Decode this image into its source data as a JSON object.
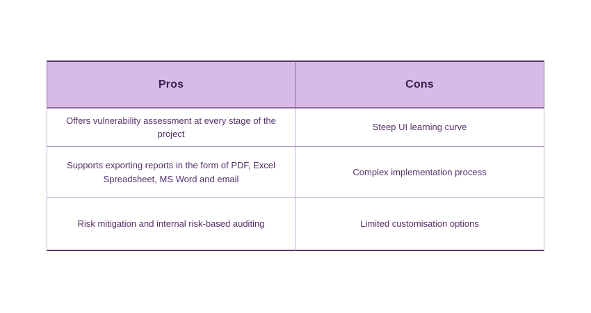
{
  "table": {
    "headers": {
      "pros": "Pros",
      "cons": "Cons"
    },
    "rows": [
      {
        "pros": "Offers vulnerability assessment at every stage of the project",
        "cons": "Steep UI learning curve"
      },
      {
        "pros": "Supports exporting reports in the form of PDF, Excel Spreadsheet, MS Word and email",
        "cons": "Complex implementation process"
      },
      {
        "pros": "Risk mitigation and internal risk-based auditing",
        "cons": "Limited customisation options"
      }
    ]
  },
  "chart_data": {
    "type": "table",
    "columns": [
      "Pros",
      "Cons"
    ],
    "rows": [
      [
        "Offers vulnerability assessment at every stage of the project",
        "Steep UI learning curve"
      ],
      [
        "Supports exporting reports in the form of PDF, Excel Spreadsheet, MS Word and email",
        "Complex implementation process"
      ],
      [
        "Risk mitigation and internal risk-based auditing",
        "Limited customisation options"
      ]
    ]
  },
  "colors": {
    "background": "#ffffff",
    "header_bg": "#d8bae8",
    "header_text": "#3a1e4f",
    "body_text": "#533069",
    "border_dark": "#553266",
    "border_bottom_dark": "#5d3b72",
    "border_medium": "#8b6a9e",
    "border_light": "#c6afd7",
    "row_divider": "#a98fc0"
  }
}
